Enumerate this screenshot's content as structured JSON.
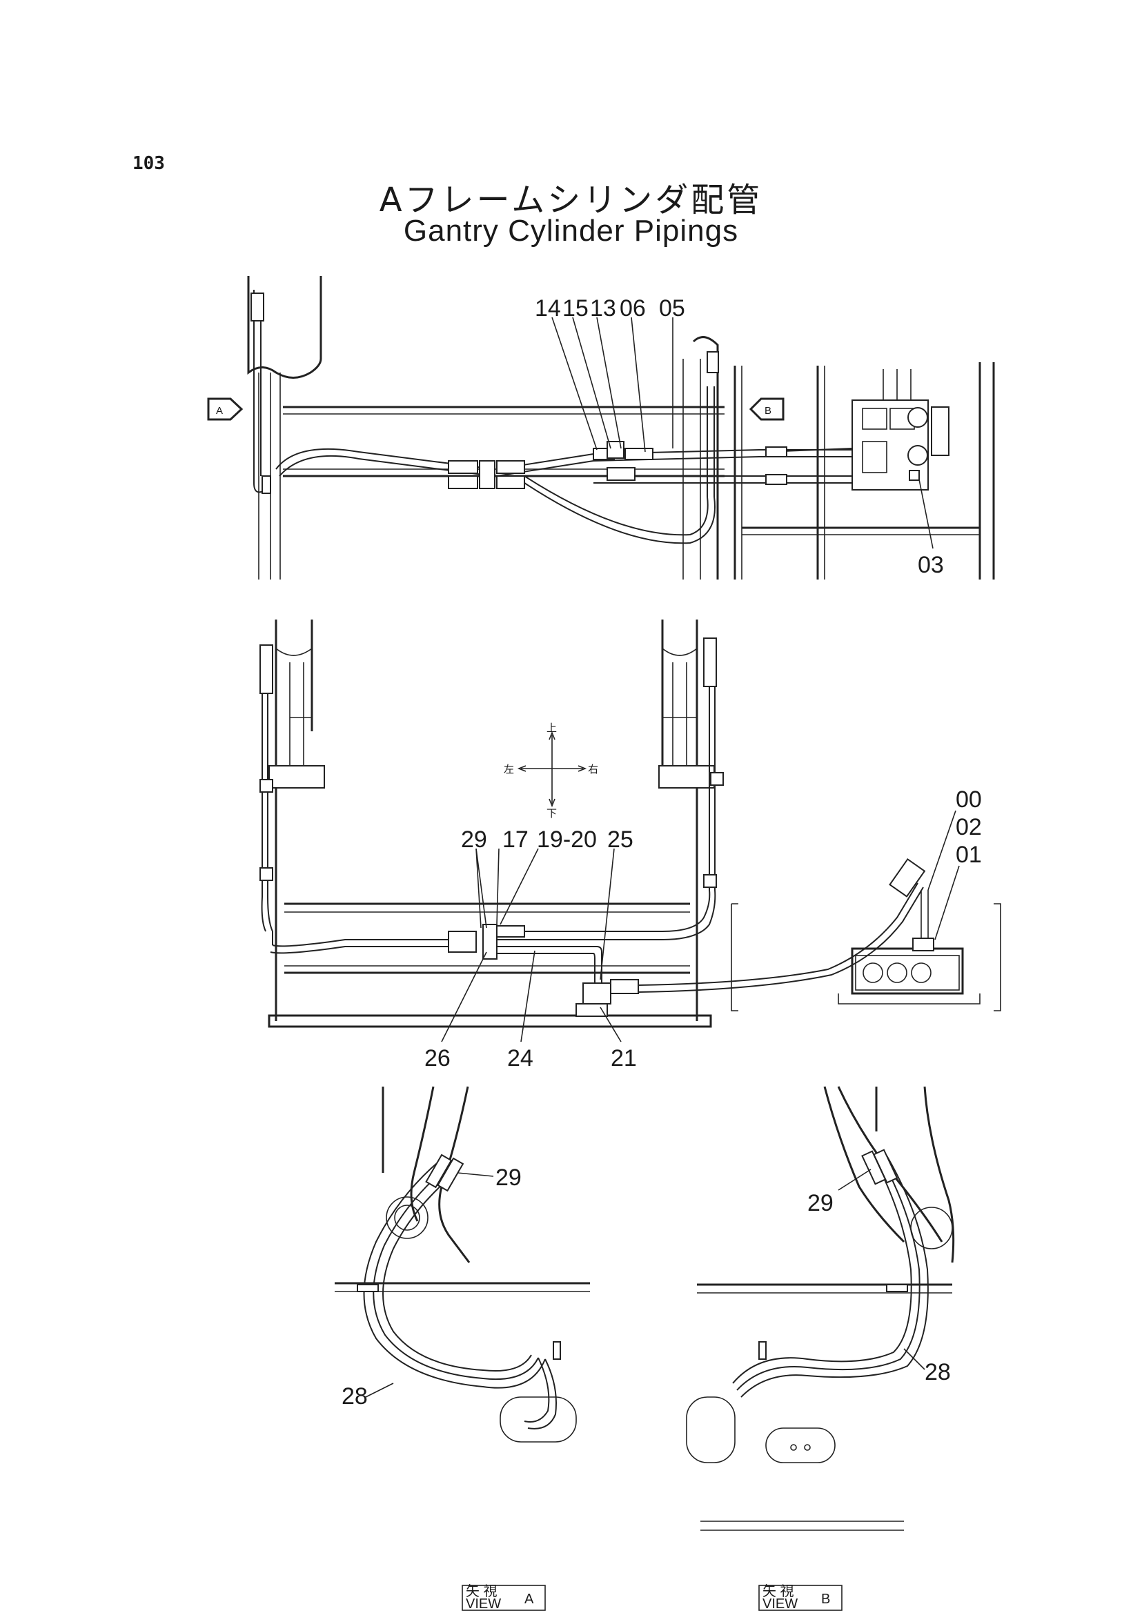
{
  "page_number": "103",
  "title_ja": "Aフレームシリンダ配管",
  "title_en": "Gantry Cylinder Pipings",
  "direction": {
    "up": "上",
    "down": "下",
    "left": "左",
    "right": "右"
  },
  "view_markers": {
    "a": "A",
    "b": "B"
  },
  "view_captions": {
    "a_ja": "矢 視",
    "a_en": "VIEW",
    "a_letter": "A",
    "b_ja": "矢 視",
    "b_en": "VIEW",
    "b_letter": "B"
  },
  "callouts": {
    "top": [
      "14",
      "15",
      "13",
      "06",
      "05"
    ],
    "top_03": "03",
    "middle_group": [
      "29",
      "17",
      "19-20",
      "25"
    ],
    "middle_right": [
      "00",
      "02",
      "01"
    ],
    "middle_bottom": [
      "26",
      "24",
      "21"
    ],
    "view_a": [
      "29",
      "28"
    ],
    "view_b": [
      "29",
      "28"
    ]
  }
}
